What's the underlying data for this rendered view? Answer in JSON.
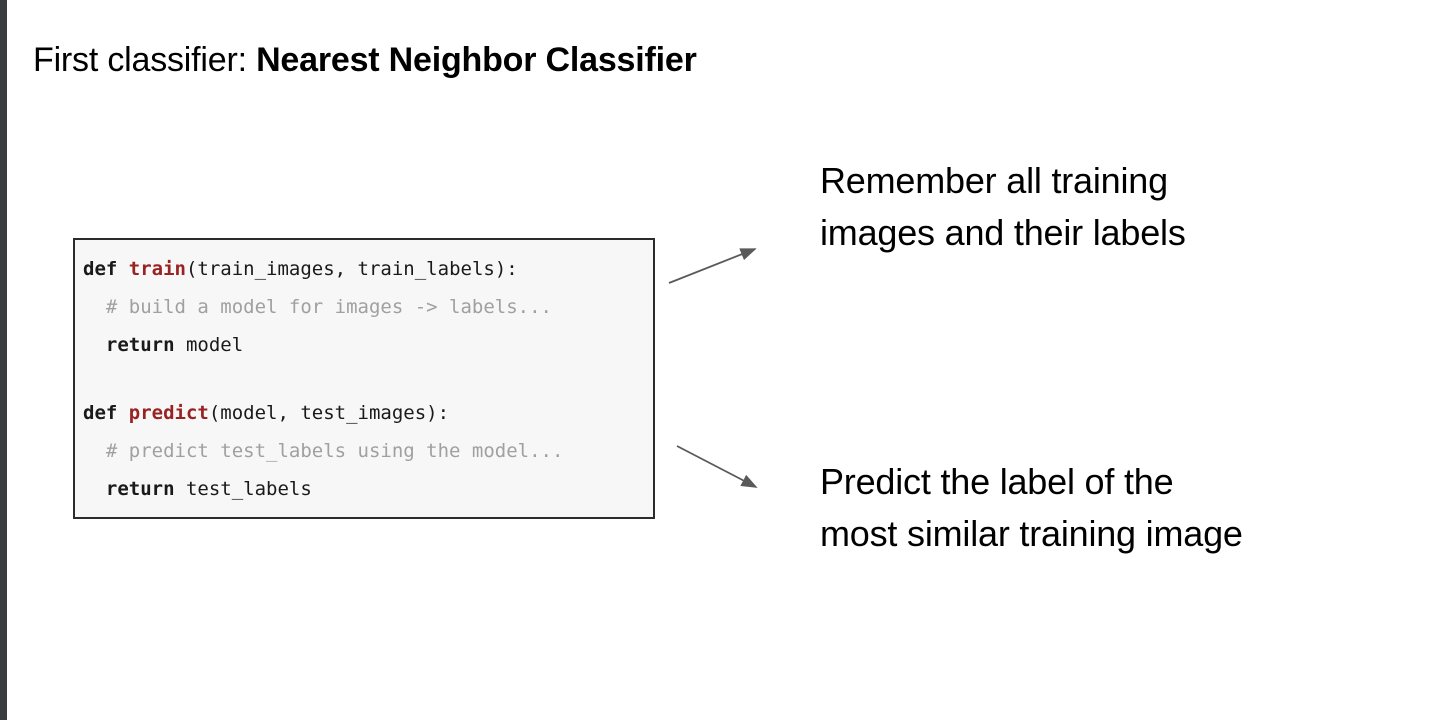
{
  "slide": {
    "title": {
      "prefix": "First classifier: ",
      "emphasis": "Nearest Neighbor Classifier"
    },
    "background_color": "#ffffff",
    "left_strip_color": "#3a3c3f"
  },
  "code_block": {
    "background_color": "#f7f7f7",
    "border_color": "#2b2b2b",
    "keyword_color": "#1a1a1a",
    "function_name_color": "#992222",
    "comment_color": "#a0a0a0",
    "lines": [
      {
        "id": "def-train",
        "tokens": [
          {
            "text": "def ",
            "style": "kw"
          },
          {
            "text": "train",
            "style": "fn"
          },
          {
            "text": "(train_images, train_labels):",
            "style": "plain"
          }
        ]
      },
      {
        "id": "comment-train",
        "tokens": [
          {
            "text": "  # build a model for images -> labels...",
            "style": "comment"
          }
        ]
      },
      {
        "id": "return-model",
        "tokens": [
          {
            "text": "  return ",
            "style": "kw"
          },
          {
            "text": "model",
            "style": "plain"
          }
        ]
      },
      {
        "id": "blank-line",
        "tokens": [
          {
            "text": " ",
            "style": "plain"
          }
        ]
      },
      {
        "id": "def-predict",
        "tokens": [
          {
            "text": "def ",
            "style": "kw"
          },
          {
            "text": "predict",
            "style": "fn"
          },
          {
            "text": "(model, test_images):",
            "style": "plain"
          }
        ]
      },
      {
        "id": "comment-predict",
        "tokens": [
          {
            "text": "  # predict test_labels using the model...",
            "style": "comment"
          }
        ]
      },
      {
        "id": "return-test-labels",
        "tokens": [
          {
            "text": "  return ",
            "style": "kw"
          },
          {
            "text": "test_labels",
            "style": "plain"
          }
        ]
      }
    ]
  },
  "annotations": {
    "train": {
      "line1": "Remember all training",
      "line2": "images and their labels"
    },
    "predict": {
      "line1": "Predict the label of the",
      "line2": "most similar training image"
    },
    "arrow_color": "#5a5a5a"
  }
}
